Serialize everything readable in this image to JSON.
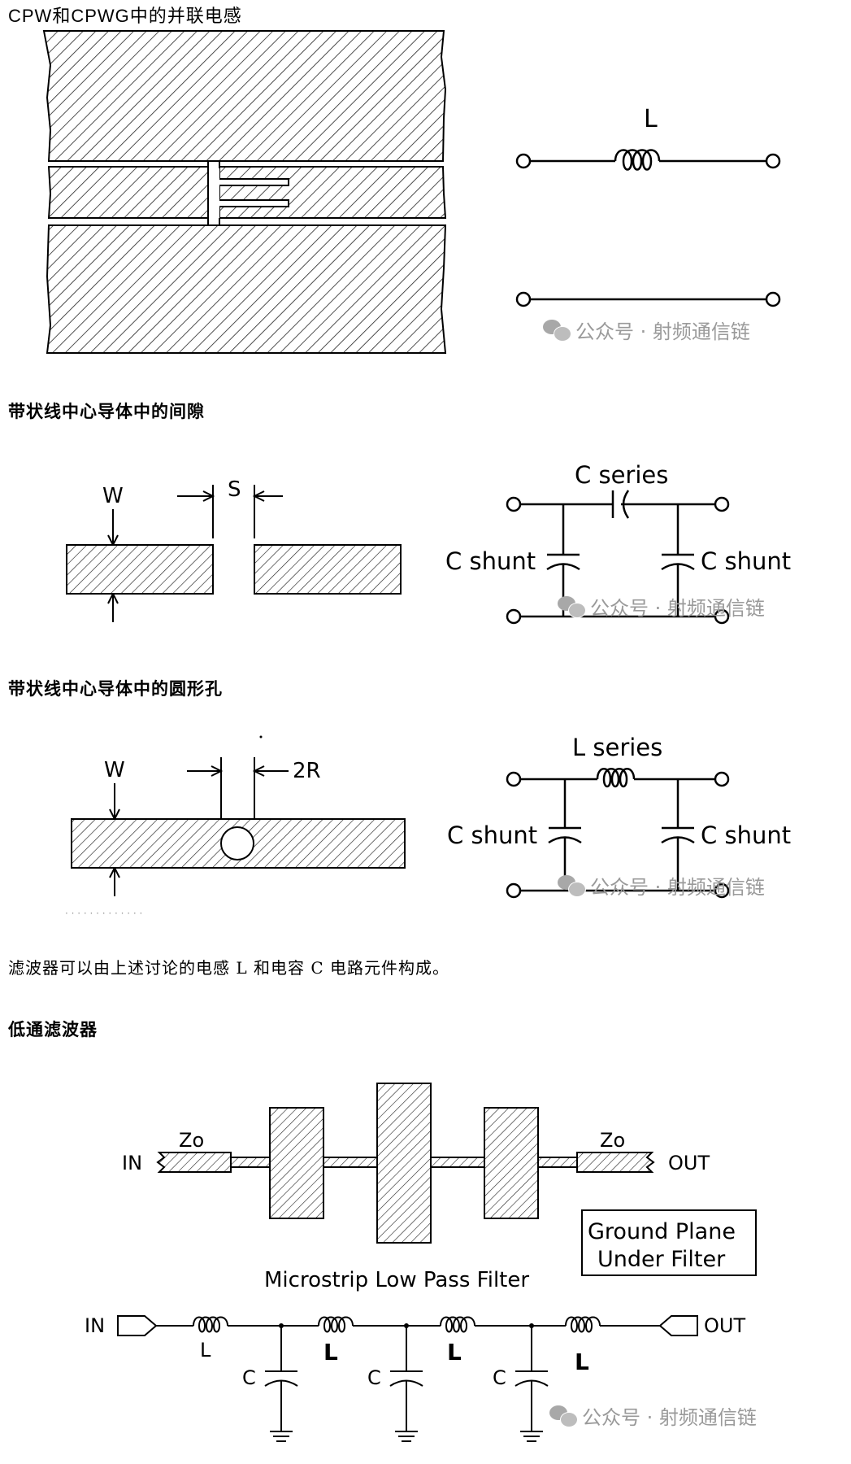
{
  "section1": {
    "title": "CPW和CPWG中的并联电感",
    "inductor_label": "L"
  },
  "section2": {
    "title": "带状线中心导体中的间隙",
    "w_label": "W",
    "s_label": "S",
    "c_series_label": "C series",
    "c_shunt_left_label": "C shunt",
    "c_shunt_right_label": "C shunt"
  },
  "section3": {
    "title": "带状线中心导体中的圆形孔",
    "w_label": "W",
    "r_label": "2R",
    "l_series_label": "L series",
    "c_shunt_left_label": "C shunt",
    "c_shunt_right_label": "C shunt"
  },
  "paragraph": "滤波器可以由上述讨论的电感 L 和电容 C 电路元件构成。",
  "section4": {
    "title": "低通滤波器",
    "in_label": "IN",
    "out_label": "OUT",
    "zo_left": "Zo",
    "zo_right": "Zo",
    "ground_plane_line1": "Ground Plane",
    "ground_plane_line2": "Under Filter",
    "caption": "Microstrip Low Pass Filter",
    "schematic_in": "IN",
    "schematic_out": "OUT",
    "inductor_labels": [
      "L",
      "L",
      "L",
      "L"
    ],
    "capacitor_labels": [
      "C",
      "C",
      "C"
    ]
  },
  "watermark": "公众号 · 射频通信链",
  "watermark_icon": "wechat-icon"
}
